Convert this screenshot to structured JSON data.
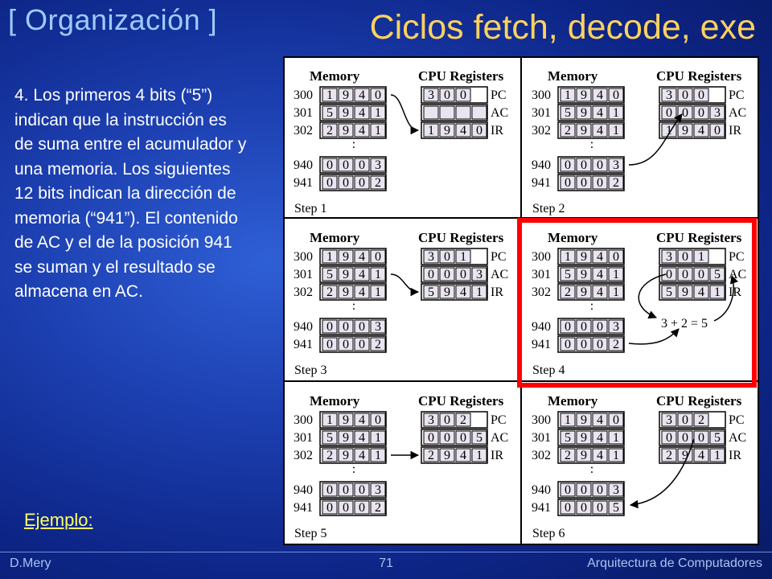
{
  "header": {
    "section": "[ Organización ]",
    "title": "Ciclos fetch, decode, exe"
  },
  "body": {
    "paragraph": "4. Los primeros 4 bits (“5”) indican que la instrucción es de suma entre el acumulador y una memoria. Los siguientes 12 bits indican la dirección de memoria (“941”). El contenido de AC y el de la posición 941 se suman y el resultado se almacena en AC.",
    "link": "Ejemplo:"
  },
  "footer": {
    "author": "D.Mery",
    "page": "71",
    "course": "Arquitectura de Computadores"
  },
  "diagram": {
    "memory_label": "Memory",
    "cpu_label": "CPU Registers",
    "pc_label": "PC",
    "ac_label": "AC",
    "ir_label": "IR",
    "addresses": [
      "300",
      "301",
      "302",
      "940",
      "941"
    ],
    "ellipsis": ":",
    "highlight_color": "#ff0000",
    "cell_fill": "#e9e4ef",
    "steps": [
      {
        "label": "Step 1",
        "memory": [
          [
            "1",
            "9",
            "4",
            "0"
          ],
          [
            "5",
            "9",
            "4",
            "1"
          ],
          [
            "2",
            "9",
            "4",
            "1"
          ],
          [
            "0",
            "0",
            "0",
            "3"
          ],
          [
            "0",
            "0",
            "0",
            "2"
          ]
        ],
        "pc": [
          "3",
          "0",
          "0"
        ],
        "ac": [
          "",
          "",
          "",
          ""
        ],
        "ir": [
          "1",
          "9",
          "4",
          "0"
        ]
      },
      {
        "label": "Step 2",
        "memory": [
          [
            "1",
            "9",
            "4",
            "0"
          ],
          [
            "5",
            "9",
            "4",
            "1"
          ],
          [
            "2",
            "9",
            "4",
            "1"
          ],
          [
            "0",
            "0",
            "0",
            "3"
          ],
          [
            "0",
            "0",
            "0",
            "2"
          ]
        ],
        "pc": [
          "3",
          "0",
          "0"
        ],
        "ac": [
          "0",
          "0",
          "0",
          "3"
        ],
        "ir": [
          "1",
          "9",
          "4",
          "0"
        ]
      },
      {
        "label": "Step 3",
        "memory": [
          [
            "1",
            "9",
            "4",
            "0"
          ],
          [
            "5",
            "9",
            "4",
            "1"
          ],
          [
            "2",
            "9",
            "4",
            "1"
          ],
          [
            "0",
            "0",
            "0",
            "3"
          ],
          [
            "0",
            "0",
            "0",
            "2"
          ]
        ],
        "pc": [
          "3",
          "0",
          "1"
        ],
        "ac": [
          "0",
          "0",
          "0",
          "3"
        ],
        "ir": [
          "5",
          "9",
          "4",
          "1"
        ]
      },
      {
        "label": "Step 4",
        "memory": [
          [
            "1",
            "9",
            "4",
            "0"
          ],
          [
            "5",
            "9",
            "4",
            "1"
          ],
          [
            "2",
            "9",
            "4",
            "1"
          ],
          [
            "0",
            "0",
            "0",
            "3"
          ],
          [
            "0",
            "0",
            "0",
            "2"
          ]
        ],
        "pc": [
          "3",
          "0",
          "1"
        ],
        "ac": [
          "0",
          "0",
          "0",
          "5"
        ],
        "ir": [
          "5",
          "9",
          "4",
          "1"
        ],
        "equation": "3 + 2 = 5"
      },
      {
        "label": "Step 5",
        "memory": [
          [
            "1",
            "9",
            "4",
            "0"
          ],
          [
            "5",
            "9",
            "4",
            "1"
          ],
          [
            "2",
            "9",
            "4",
            "1"
          ],
          [
            "0",
            "0",
            "0",
            "3"
          ],
          [
            "0",
            "0",
            "0",
            "2"
          ]
        ],
        "pc": [
          "3",
          "0",
          "2"
        ],
        "ac": [
          "0",
          "0",
          "0",
          "5"
        ],
        "ir": [
          "2",
          "9",
          "4",
          "1"
        ]
      },
      {
        "label": "Step 6",
        "memory": [
          [
            "1",
            "9",
            "4",
            "0"
          ],
          [
            "5",
            "9",
            "4",
            "1"
          ],
          [
            "2",
            "9",
            "4",
            "1"
          ],
          [
            "0",
            "0",
            "0",
            "3"
          ],
          [
            "0",
            "0",
            "0",
            "5"
          ]
        ],
        "pc": [
          "3",
          "0",
          "2"
        ],
        "ac": [
          "0",
          "0",
          "0",
          "5"
        ],
        "ir": [
          "2",
          "9",
          "4",
          "1"
        ]
      }
    ]
  }
}
